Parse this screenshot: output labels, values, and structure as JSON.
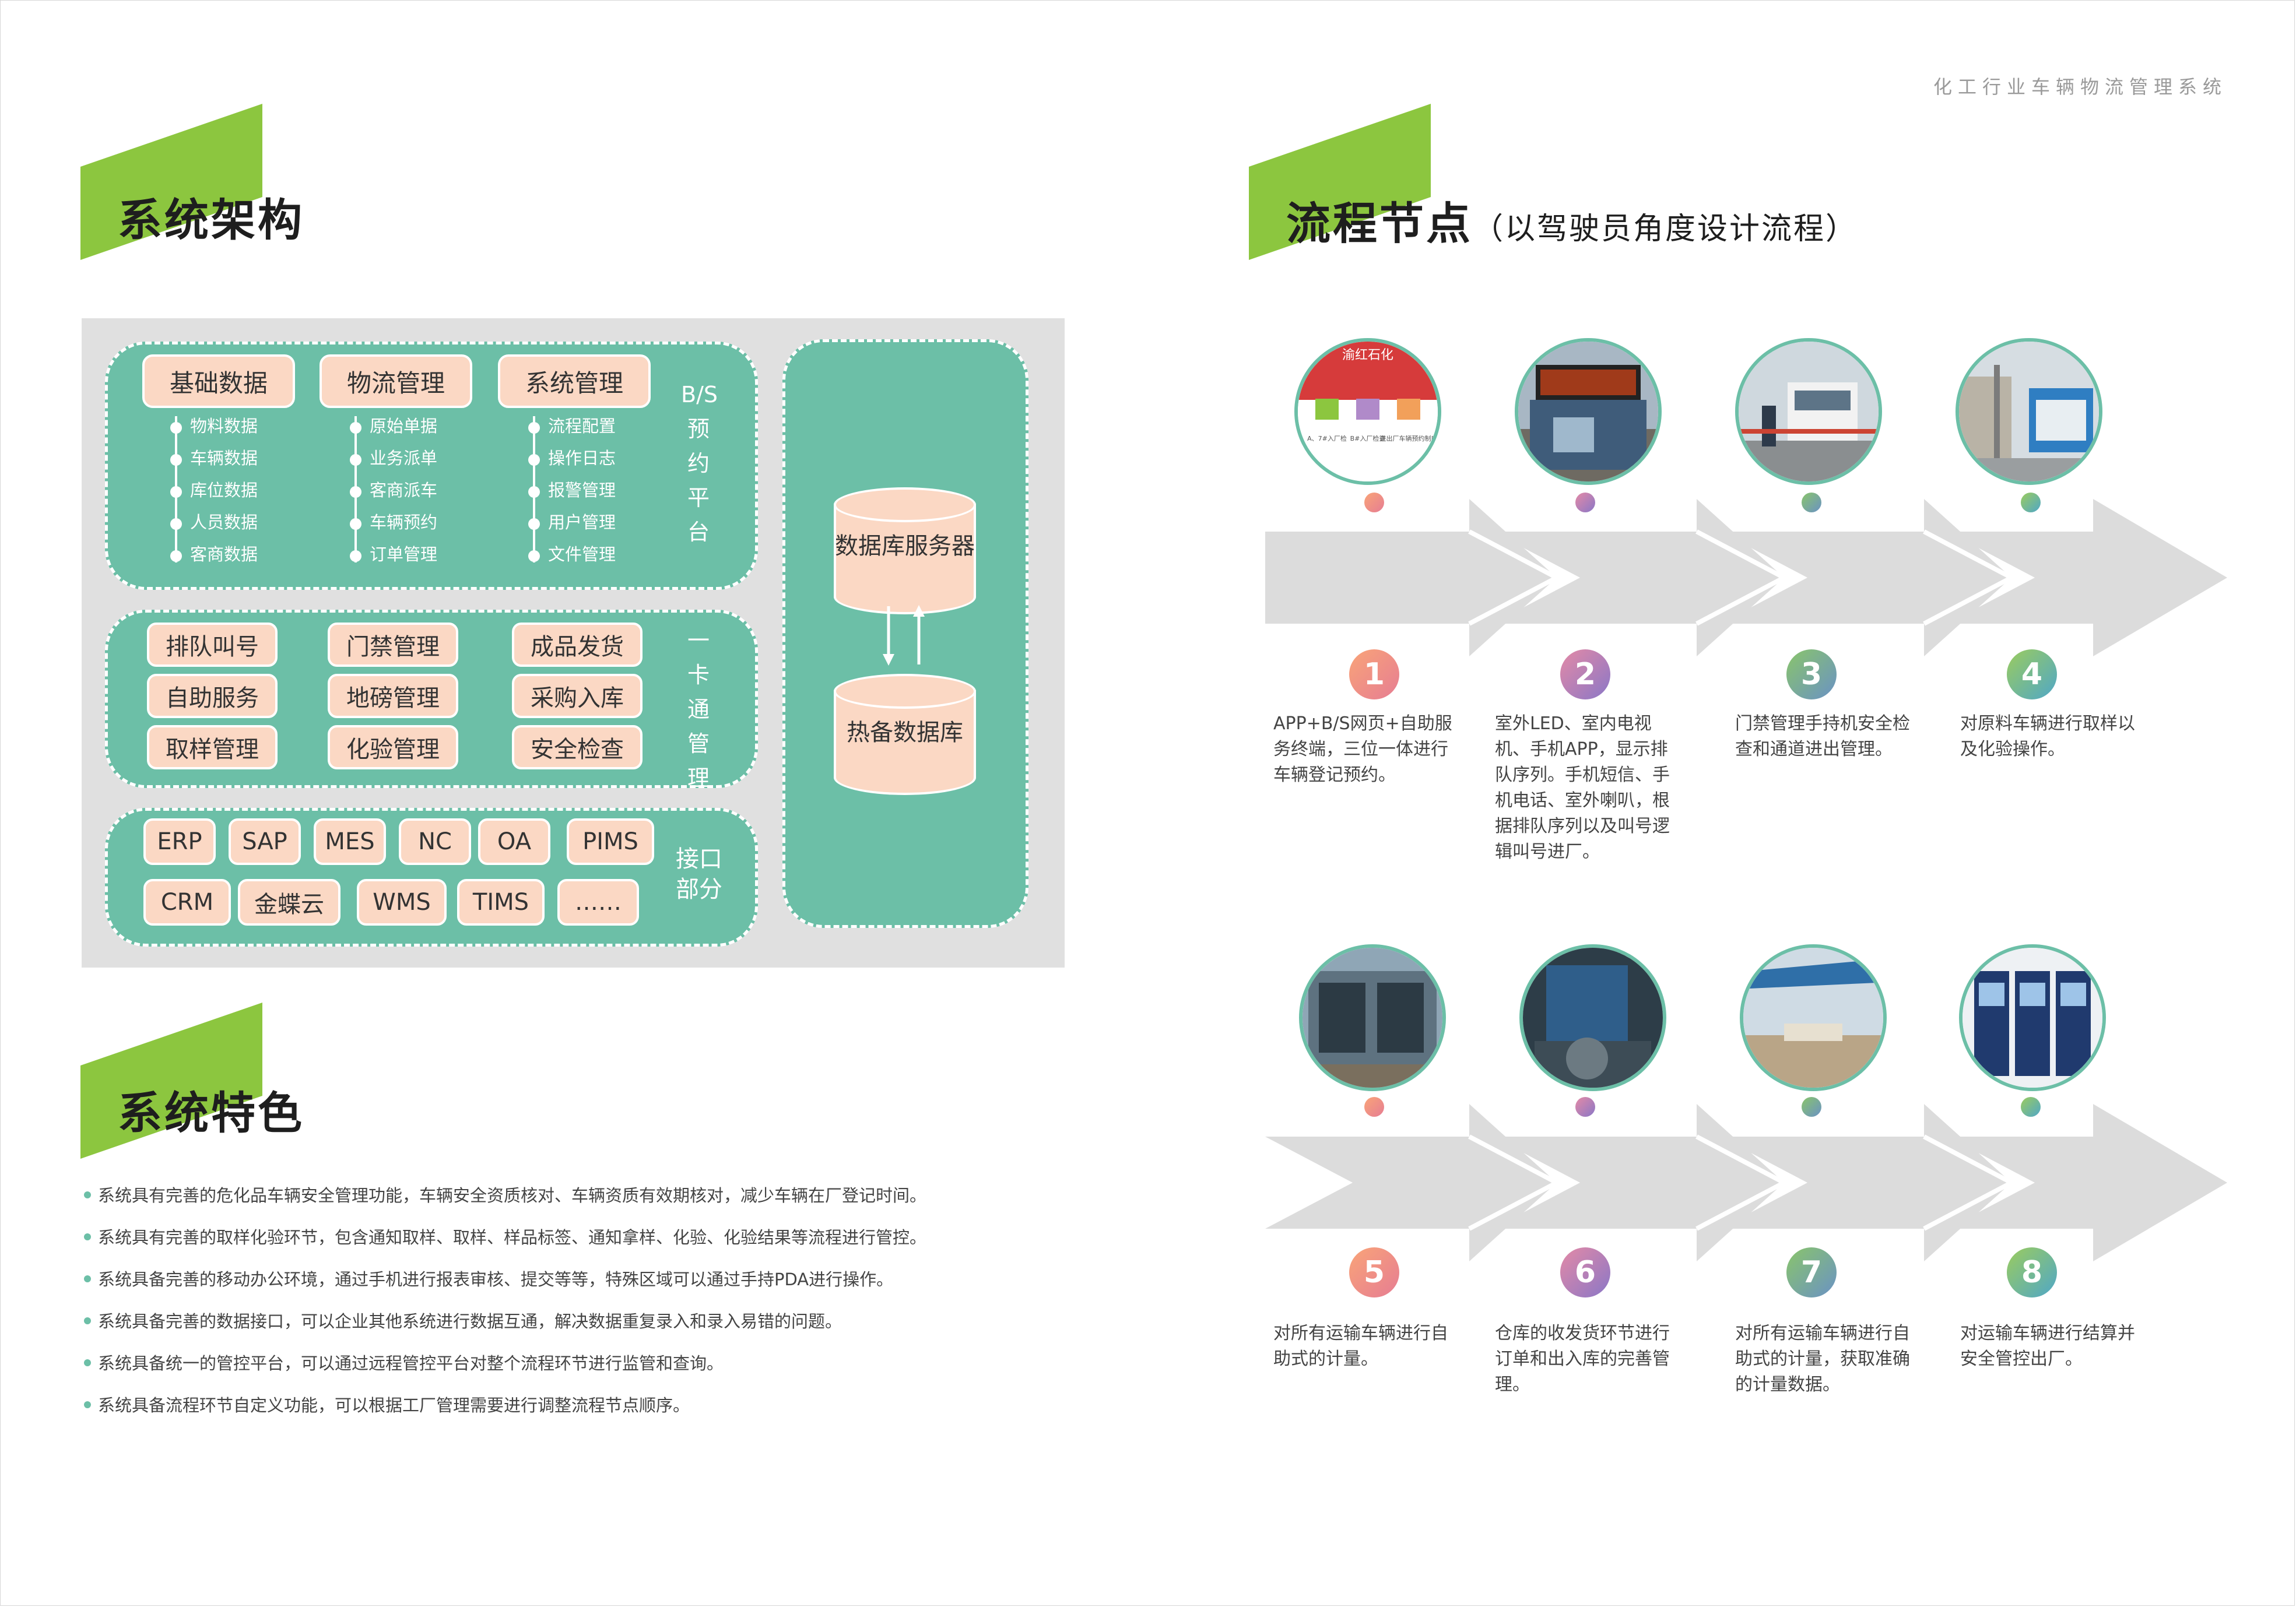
{
  "header": {
    "brand_tag": "化工行业车辆物流管理系统"
  },
  "architecture": {
    "title": "系统架构",
    "bs_platform": {
      "label": "B/S预约平台",
      "groups": [
        {
          "name": "基础数据",
          "items": [
            "物料数据",
            "车辆数据",
            "库位数据",
            "人员数据",
            "客商数据"
          ]
        },
        {
          "name": "物流管理",
          "items": [
            "原始单据",
            "业务派单",
            "客商派车",
            "车辆预约",
            "订单管理"
          ]
        },
        {
          "name": "系统管理",
          "items": [
            "流程配置",
            "操作日志",
            "报警管理",
            "用户管理",
            "文件管理"
          ]
        }
      ]
    },
    "card_system": {
      "label": "一卡通管理",
      "items": [
        "排队叫号",
        "门禁管理",
        "成品发货",
        "自助服务",
        "地磅管理",
        "采购入库",
        "取样管理",
        "化验管理",
        "安全检查"
      ]
    },
    "interfaces": {
      "label": "接口部分",
      "row1": [
        "ERP",
        "SAP",
        "MES",
        "NC",
        "OA",
        "PIMS"
      ],
      "row2": [
        "CRM",
        "金蝶云",
        "WMS",
        "TIMS",
        "……"
      ]
    },
    "database": {
      "primary": "数据库服务器",
      "backup": "热备数据库"
    }
  },
  "features": {
    "title": "系统特色",
    "items": [
      "系统具有完善的危化品车辆安全管理功能，车辆安全资质核对、车辆资质有效期核对，减少车辆在厂登记时间。",
      "系统具有完善的取样化验环节，包含通知取样、取样、样品标签、通知拿样、化验、化验结果等流程进行管控。",
      "系统具备完善的移动办公环境，通过手机进行报表审核、提交等等，特殊区域可以通过手持PDA进行操作。",
      "系统具备完善的数据接口，可以企业其他系统进行数据互通，解决数据重复录入和录入易错的问题。",
      "系统具备统一的管控平台，可以通过远程管控平台对整个流程环节进行监管和查询。",
      "系统具备流程环节自定义功能，可以根据工厂管理需要进行调整流程节点顺序。"
    ]
  },
  "process": {
    "title": "流程节点",
    "subtitle": "（以驾驶员角度设计流程）",
    "app_screen": {
      "brand": "渝红石化",
      "icon_labels": [
        "A、7#入厂检",
        "B#入厂检查",
        "进出厂车辆预约制度"
      ]
    },
    "steps": [
      {
        "num": "1",
        "desc": "APP+B/S网页+自助服务终端，三位一体进行车辆登记预约。",
        "photo": "mobile-app-photo",
        "colors": [
          "#f9a478",
          "#e67d93"
        ]
      },
      {
        "num": "2",
        "desc": "室外LED、室内电视机、手机APP，显示排队序列。手机短信、手机电话、室外喇叭，根据排队序列以及叫号逻辑叫号进厂。",
        "photo": "guard-booth-led-photo",
        "colors": [
          "#e48aa6",
          "#8a77c7"
        ]
      },
      {
        "num": "3",
        "desc": "门禁管理手持机安全检查和通道进出管理。",
        "photo": "gate-truck-photo",
        "colors": [
          "#8ac56a",
          "#6a92c5"
        ]
      },
      {
        "num": "4",
        "desc": "对原料车辆进行取样以及化验操作。",
        "photo": "sampling-station-photo",
        "colors": [
          "#9ccc5d",
          "#4fa7c8"
        ]
      },
      {
        "num": "5",
        "desc": "对所有运输车辆进行自助式的计量。",
        "photo": "weighbridge-booth-photo",
        "colors": [
          "#f9a478",
          "#e67d93"
        ]
      },
      {
        "num": "6",
        "desc": "仓库的收发货环节进行订单和出入库的完善管理。",
        "photo": "warehouse-machine-photo",
        "colors": [
          "#e48aa6",
          "#8a77c7"
        ]
      },
      {
        "num": "7",
        "desc": "对所有运输车辆进行自助式的计量，获取准确的计量数据。",
        "photo": "outdoor-scale-photo",
        "colors": [
          "#8ac56a",
          "#6a92c5"
        ]
      },
      {
        "num": "8",
        "desc": "对运输车辆进行结算并安全管控出厂。",
        "photo": "self-service-kiosk-photo",
        "colors": [
          "#9ccc5d",
          "#4fa7c8"
        ]
      }
    ]
  },
  "colors": {
    "accent_green": "#8cc63f",
    "teal": "#6cbfa7",
    "peach": "#fbd8c4",
    "gray_panel": "#e0e0e0",
    "arrow_gray": "#dcdcdc"
  }
}
